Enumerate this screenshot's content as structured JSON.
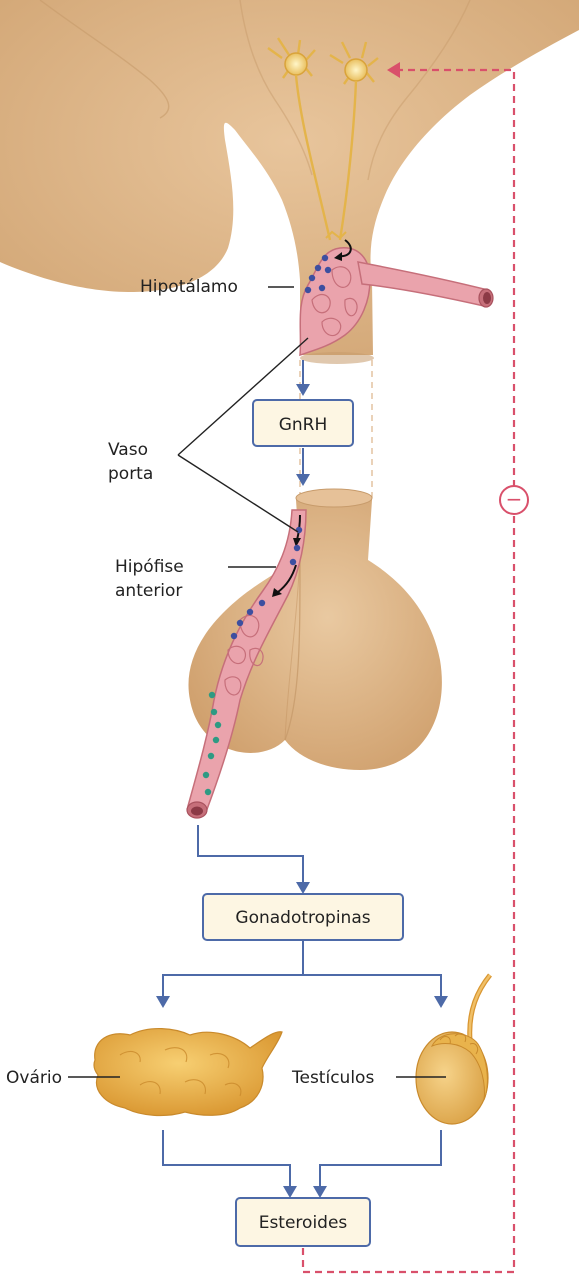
{
  "labels": {
    "hypothalamus": "Hipotálamo",
    "portal_vessel_line1": "Vaso",
    "portal_vessel_line2": "porta",
    "pituitary_line1": "Hipófise",
    "pituitary_line2": "anterior",
    "ovary": "Ovário",
    "testes": "Testículos"
  },
  "boxes": {
    "gnrh": "GnRH",
    "gonadotropins": "Gonadotropinas",
    "steroids": "Esteroides"
  },
  "feedback_symbol": "−",
  "colors": {
    "tissue": "#dcb48a",
    "tissue_shadow": "#c79b6b",
    "vessel": "#eaa3ac",
    "flow_arrow": "#4d6aa8",
    "feedback": "#d9506b",
    "box_fill": "#fdf6e3",
    "gland_yellow": "#e8ad45",
    "hormone_blue": "#3d4fa0",
    "hormone_green": "#2e9a83"
  }
}
